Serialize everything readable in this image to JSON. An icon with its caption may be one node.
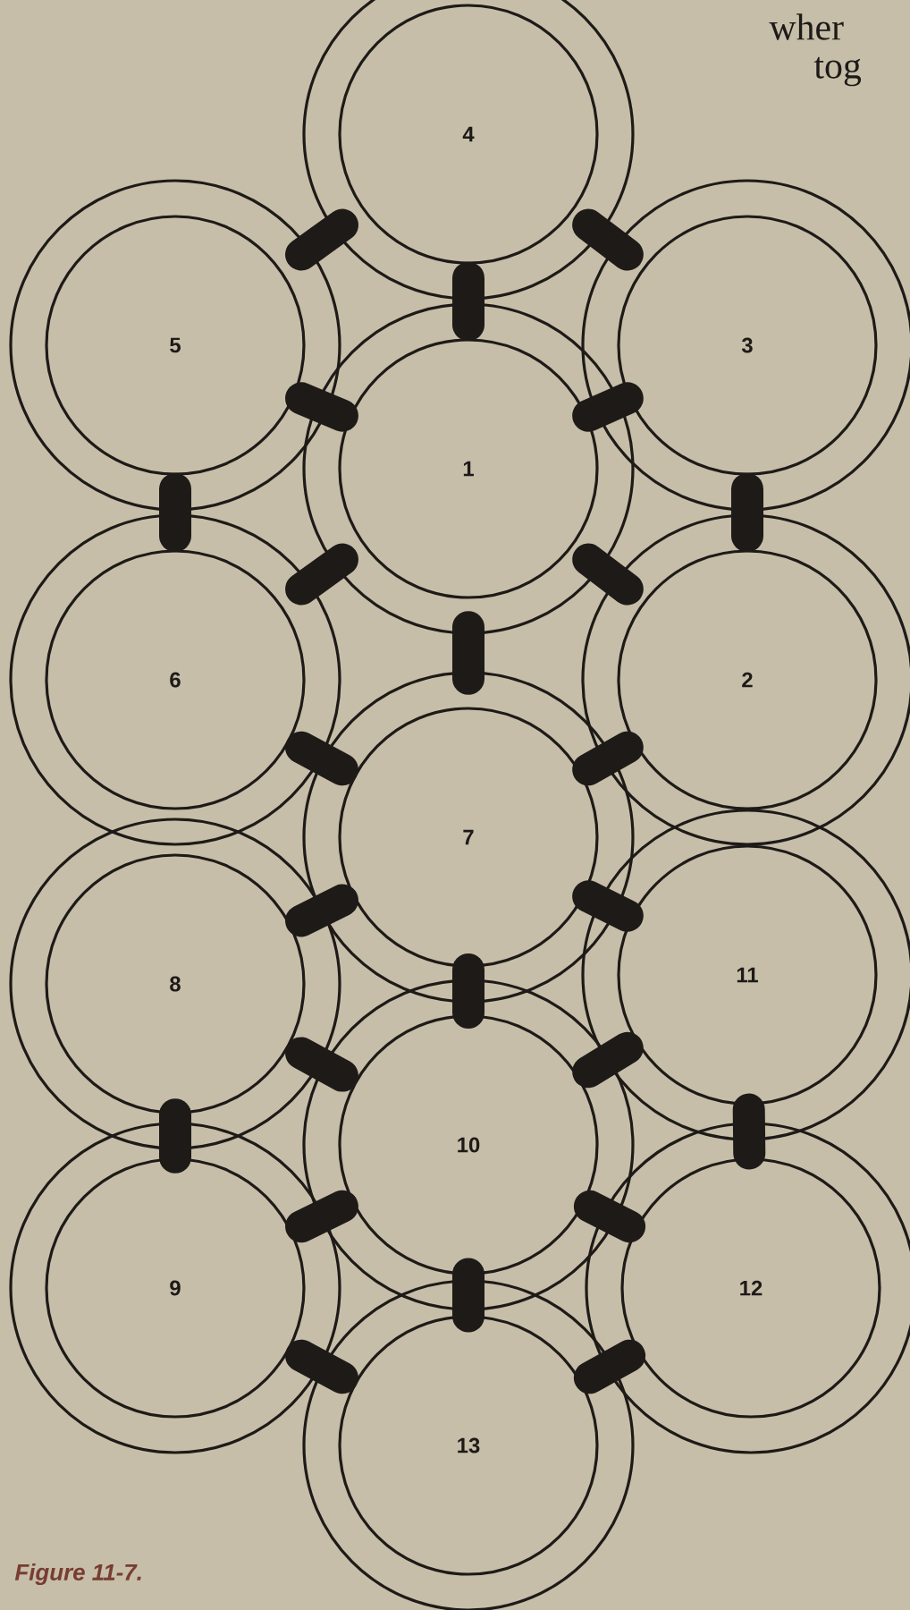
{
  "diagram": {
    "caption": "Figure 11-7.",
    "nodes": [
      {
        "text": [
          "4"
        ]
      },
      {
        "text": [
          "5"
        ]
      },
      {
        "text": [
          "3"
        ]
      },
      {
        "text": [
          "1"
        ]
      },
      {
        "text": [
          "6"
        ]
      },
      {
        "text": [
          "2"
        ]
      },
      {
        "text": [
          "7"
        ]
      },
      {
        "text": [
          "8"
        ]
      },
      {
        "text": [
          "11"
        ]
      },
      {
        "text": [
          "10"
        ]
      },
      {
        "text": [
          "9"
        ]
      },
      {
        "text": [
          "12"
        ]
      },
      {
        "text": [
          "13"
        ]
      }
    ],
    "edges": [
      {
        "from": 0,
        "to": 1,
        "arrow": "none"
      },
      {
        "from": 0,
        "to": 2,
        "arrow": "none"
      },
      {
        "from": 0,
        "to": 3,
        "arrow": "none"
      },
      {
        "from": 1,
        "to": 3,
        "arrow": "none"
      },
      {
        "from": 2,
        "to": 3,
        "arrow": "none"
      },
      {
        "from": 1,
        "to": 4,
        "arrow": "none"
      },
      {
        "from": 2,
        "to": 5,
        "arrow": "none"
      },
      {
        "from": 3,
        "to": 4,
        "arrow": "none"
      },
      {
        "from": 3,
        "to": 5,
        "arrow": "none"
      },
      {
        "from": 3,
        "to": 6,
        "arrow": "none"
      },
      {
        "from": 4,
        "to": 6,
        "arrow": "none"
      },
      {
        "from": 5,
        "to": 6,
        "arrow": "none"
      },
      {
        "from": 6,
        "to": 7,
        "arrow": "none"
      },
      {
        "from": 6,
        "to": 8,
        "arrow": "none"
      },
      {
        "from": 6,
        "to": 9,
        "arrow": "none"
      },
      {
        "from": 7,
        "to": 9,
        "arrow": "none"
      },
      {
        "from": 8,
        "to": 9,
        "arrow": "none"
      },
      {
        "from": 7,
        "to": 10,
        "arrow": "none"
      },
      {
        "from": 8,
        "to": 11,
        "arrow": "none"
      },
      {
        "from": 9,
        "to": 10,
        "arrow": "none"
      },
      {
        "from": 9,
        "to": 11,
        "arrow": "none"
      },
      {
        "from": 9,
        "to": 12,
        "arrow": "none"
      },
      {
        "from": 10,
        "to": 12,
        "arrow": "none"
      },
      {
        "from": 11,
        "to": 12,
        "arrow": "none"
      }
    ],
    "labels": [
      "wher",
      "tog"
    ]
  }
}
